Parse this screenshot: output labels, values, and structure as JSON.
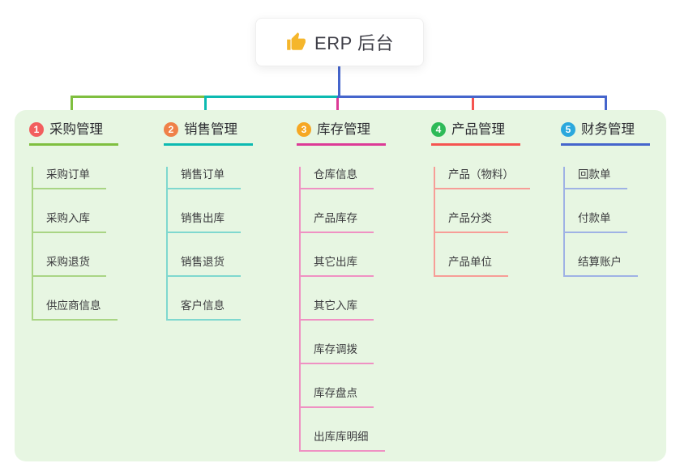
{
  "root": {
    "icon": "thumbs-up-icon",
    "icon_color": "#f5b62c",
    "label": "ERP 后台"
  },
  "colors": {
    "root_line": "#4565cc",
    "panel_bg": "#e7f6e2",
    "root_card_bg": "#ffffff",
    "text": "#3b3b3e"
  },
  "branches": [
    {
      "number": "1",
      "label": "采购管理",
      "badge_color": "#f25e5e",
      "line_color": "#7fbf3f",
      "child_line_color": "#a9d584",
      "items": [
        "采购订单",
        "采购入库",
        "采购退货",
        "供应商信息"
      ]
    },
    {
      "number": "2",
      "label": "销售管理",
      "badge_color": "#ef8149",
      "line_color": "#0cbab1",
      "child_line_color": "#7fd8cf",
      "items": [
        "销售订单",
        "销售出库",
        "销售退货",
        "客户信息"
      ]
    },
    {
      "number": "3",
      "label": "库存管理",
      "badge_color": "#f6a723",
      "line_color": "#dc3a96",
      "child_line_color": "#ef91c3",
      "items": [
        "仓库信息",
        "产品库存",
        "其它出库",
        "其它入库",
        "库存调拨",
        "库存盘点",
        "出库库明细"
      ]
    },
    {
      "number": "4",
      "label": "产品管理",
      "badge_color": "#2eba58",
      "line_color": "#f55450",
      "child_line_color": "#f79d97",
      "items": [
        "产品（物料）",
        "产品分类",
        "产品单位"
      ]
    },
    {
      "number": "5",
      "label": "财务管理",
      "badge_color": "#2ba8dd",
      "line_color": "#4565cc",
      "child_line_color": "#9fb2e5",
      "items": [
        "回款单",
        "付款单",
        "结算账户"
      ]
    }
  ]
}
